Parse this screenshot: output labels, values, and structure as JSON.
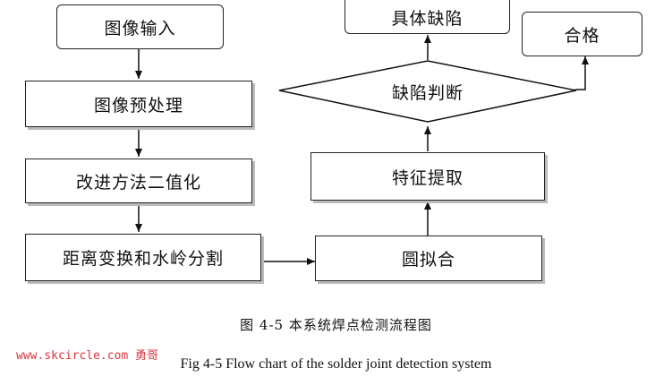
{
  "nodes": {
    "image_input": "图像输入",
    "preprocess": "图像预处理",
    "binarize": "改进方法二值化",
    "watershed": "距离变换和水岭分割",
    "circle_fit": "圆拟合",
    "feature_extract": "特征提取",
    "defect_judge": "缺陷判断",
    "specific_defect": "具体缺陷",
    "qualified": "合格"
  },
  "caption": {
    "chinese": "图 4-5  本系统焊点检测流程图",
    "english": "Fig 4-5 Flow chart of the solder joint detection system"
  },
  "watermark": "www.skcircle.com 勇哥"
}
